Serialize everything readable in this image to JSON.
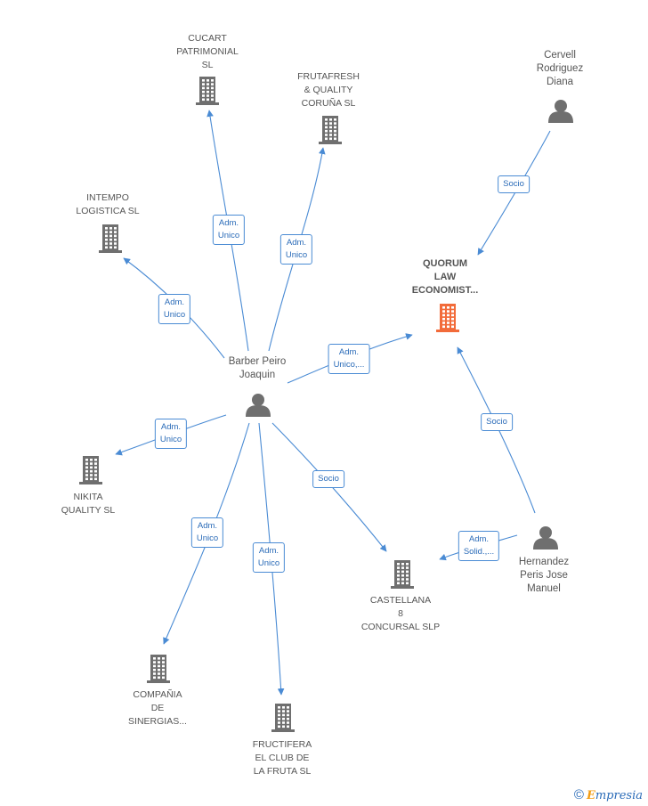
{
  "nodes": [
    {
      "id": "cucart",
      "kind": "company",
      "label": "CUCART\nPATRIMONIAL\nSL"
    },
    {
      "id": "frutafresh",
      "kind": "company",
      "label": "FRUTAFRESH\n& QUALITY\nCORUÑA  SL"
    },
    {
      "id": "intempo",
      "kind": "company",
      "label": "INTEMPO\nLOGISTICA  SL"
    },
    {
      "id": "quorum",
      "kind": "company-focus",
      "label": "QUORUM\nLAW\nECONOMIST..."
    },
    {
      "id": "cervell",
      "kind": "person",
      "label": "Cervell\nRodriguez\nDiana"
    },
    {
      "id": "barber",
      "kind": "person",
      "label": "Barber Peiro\nJoaquin"
    },
    {
      "id": "nikita",
      "kind": "company",
      "label": "NIKITA\nQUALITY SL"
    },
    {
      "id": "castellana",
      "kind": "company",
      "label": "CASTELLANA\n8\nCONCURSAL  SLP"
    },
    {
      "id": "hernandez",
      "kind": "person",
      "label": "Hernandez\nPeris Jose\nManuel"
    },
    {
      "id": "compania",
      "kind": "company",
      "label": "COMPAÑIA\nDE\nSINERGIAS..."
    },
    {
      "id": "fructifera",
      "kind": "company",
      "label": "FRUCTIFERA\nEL CLUB DE\nLA FRUTA SL"
    }
  ],
  "edges": [
    {
      "from": "barber",
      "to": "cucart",
      "label": "Adm.\nUnico"
    },
    {
      "from": "barber",
      "to": "frutafresh",
      "label": "Adm.\nUnico"
    },
    {
      "from": "barber",
      "to": "intempo",
      "label": "Adm.\nUnico"
    },
    {
      "from": "barber",
      "to": "quorum",
      "label": "Adm.\nUnico,..."
    },
    {
      "from": "barber",
      "to": "nikita",
      "label": "Adm.\nUnico"
    },
    {
      "from": "barber",
      "to": "castellana",
      "label": "Socio"
    },
    {
      "from": "barber",
      "to": "compania",
      "label": "Adm.\nUnico"
    },
    {
      "from": "barber",
      "to": "fructifera",
      "label": "Adm.\nUnico"
    },
    {
      "from": "cervell",
      "to": "quorum",
      "label": "Socio"
    },
    {
      "from": "hernandez",
      "to": "quorum",
      "label": "Socio"
    },
    {
      "from": "hernandez",
      "to": "castellana",
      "label": "Adm.\nSolid.,..."
    }
  ],
  "colors": {
    "edge": "#4a8bd4",
    "icon": "#6f6f6f",
    "focus_icon": "#f26b3a"
  },
  "brand": {
    "copyright": "©",
    "initial": "E",
    "rest": "mpresia"
  }
}
